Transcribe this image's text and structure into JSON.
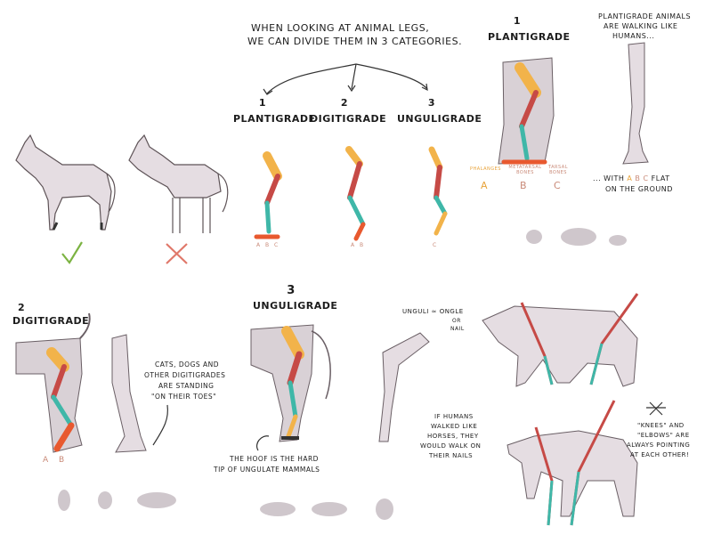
{
  "intro": {
    "line1": "WHEN LOOKING AT ANIMAL LEGS,",
    "line2": "WE CAN DIVIDE THEM IN 3 CATEGORIES."
  },
  "categories": [
    {
      "num": "1",
      "name": "PLANTIGRADE",
      "abc": "A B C"
    },
    {
      "num": "2",
      "name": "DIGITIGRADE",
      "abc": "A B"
    },
    {
      "num": "3",
      "name": "UNGULIGRADE",
      "abc": "C"
    }
  ],
  "marks": {
    "check": "✓",
    "cross": "✗"
  },
  "plantigrade_panel": {
    "num": "1",
    "title": "PLANTIGRADE",
    "phalanges": "PHALANGES",
    "metatarsal": "METATARSAL BONES",
    "tarsal": "TARSAL BONES",
    "a": "A",
    "b": "B",
    "c": "C",
    "human_note1": "PLANTIGRADE ANIMALS",
    "human_note2": "ARE WALKING LIKE",
    "human_note3": "HUMANS...",
    "with_prefix": "... WITH",
    "with_a": "A",
    "with_b": "B",
    "with_c": "C",
    "with_suffix": "FLAT",
    "ground": "ON THE GROUND"
  },
  "digitigrade_panel": {
    "num": "2",
    "title": "DIGITIGRADE",
    "a": "A",
    "b": "B",
    "note1": "CATS, DOGS AND",
    "note2": "OTHER DIGITIGRADES",
    "note3": "ARE STANDING",
    "note4": "\"ON THEIR TOES\""
  },
  "unguligrade_panel": {
    "num": "3",
    "title": "UNGULIGRADE",
    "hoof1": "THE HOOF IS THE HARD",
    "hoof2": "TIP OF UNGULATE MAMMALS",
    "ungula1": "UNGULI ≃ ONGLE",
    "ungula2": "OR",
    "ungula3": "NAIL",
    "humans1": "IF HUMANS",
    "humans2": "WALKED LIKE",
    "humans3": "HORSES, THEY",
    "humans4": "WOULD WALK ON",
    "humans5": "THEIR NAILS"
  },
  "knees_note": {
    "line1": "\"KNEES\" AND",
    "line2": "\"ELBOWS\" ARE",
    "line3": "ALWAYS POINTING",
    "line4": "AT EACH OTHER!"
  },
  "colors": {
    "femur": "#f2b34a",
    "tibia": "#c64a46",
    "metatarsal": "#3fb7a8",
    "foot": "#e8592f",
    "animal_fill": "#e5dde2",
    "animal_stroke": "#6a5f65",
    "check": "#7cb342",
    "cross": "#e0786a",
    "label": "#c98a78"
  }
}
